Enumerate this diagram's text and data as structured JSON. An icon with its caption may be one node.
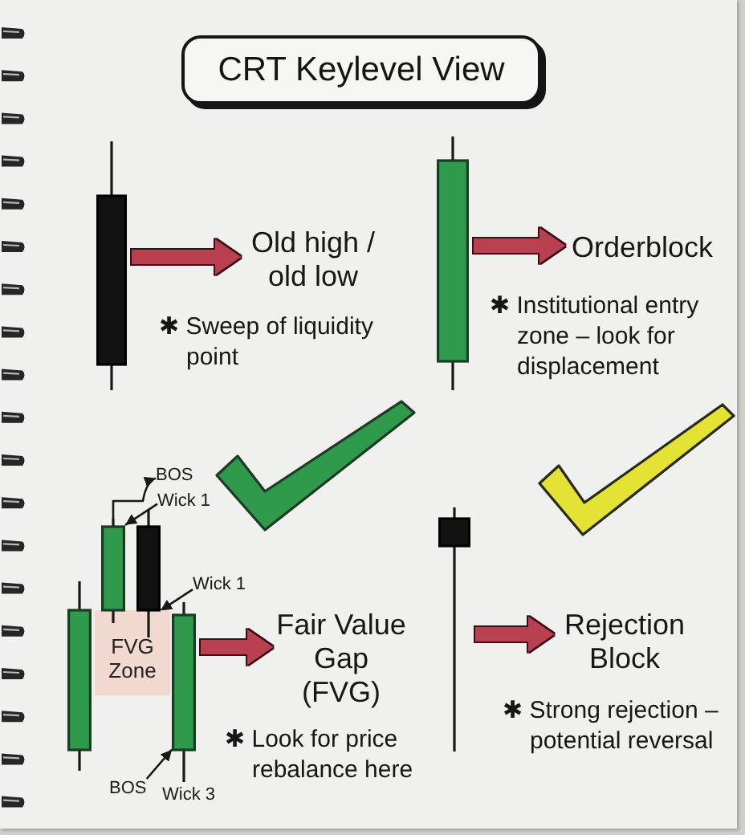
{
  "diagram": {
    "title": "CRT Keylevel View",
    "nodes": [
      {
        "text": [],
        "shape": "candlestick"
      },
      {
        "text": [
          "Old high / old low"
        ],
        "beside": [
          "✱ Sweep of liquidity point"
        ]
      },
      {
        "text": [],
        "shape": "candlestick"
      },
      {
        "text": [
          "Orderblock"
        ],
        "beside": [
          "✱ Institutional entry zone – look for displacement"
        ]
      },
      {
        "text": [
          "BOS"
        ]
      },
      {
        "text": [
          "Wick 1"
        ]
      },
      {
        "text": [],
        "shape": "candlestick"
      },
      {
        "text": [],
        "shape": "candlestick"
      },
      {
        "text": [],
        "shape": "candlestick"
      },
      {
        "text": [
          "Wick 1"
        ]
      },
      {
        "text": [
          "FVG Zone"
        ]
      },
      {
        "text": [],
        "shape": "candlestick"
      },
      {
        "text": [
          "BOS"
        ]
      },
      {
        "text": [
          "Fair Value Gap (FVG)"
        ],
        "beside": [
          "✱ Look for price rebalance here"
        ]
      },
      {
        "text": [],
        "shape": "candlestick"
      },
      {
        "text": [
          "Rejection Block"
        ],
        "beside": [
          "✱ Strong rejection – potential reversal"
        ]
      }
    ],
    "edges": [
      {
        "from": 0,
        "to": 1,
        "arrow": "to",
        "style": "thick",
        "color": "#b8404f"
      },
      {
        "from": 2,
        "to": 3,
        "arrow": "to",
        "style": "thick",
        "color": "#b8404f"
      },
      {
        "from": 7,
        "to": 4,
        "arrow": "to",
        "color": "#181818"
      },
      {
        "from": 5,
        "to": 7,
        "arrow": "to",
        "color": "#181818"
      },
      {
        "from": 9,
        "to": 8,
        "arrow": "to",
        "color": "#181818"
      },
      {
        "from": 12,
        "to": 11,
        "arrow": "to",
        "color": "#181818"
      },
      {
        "from": 11,
        "to": 13,
        "arrow": "to",
        "style": "thick",
        "color": "#b8404f"
      },
      {
        "from": 14,
        "to": 15,
        "arrow": "to",
        "style": "thick",
        "color": "#b8404f"
      }
    ],
    "labels": [
      "Wick 3"
    ]
  }
}
